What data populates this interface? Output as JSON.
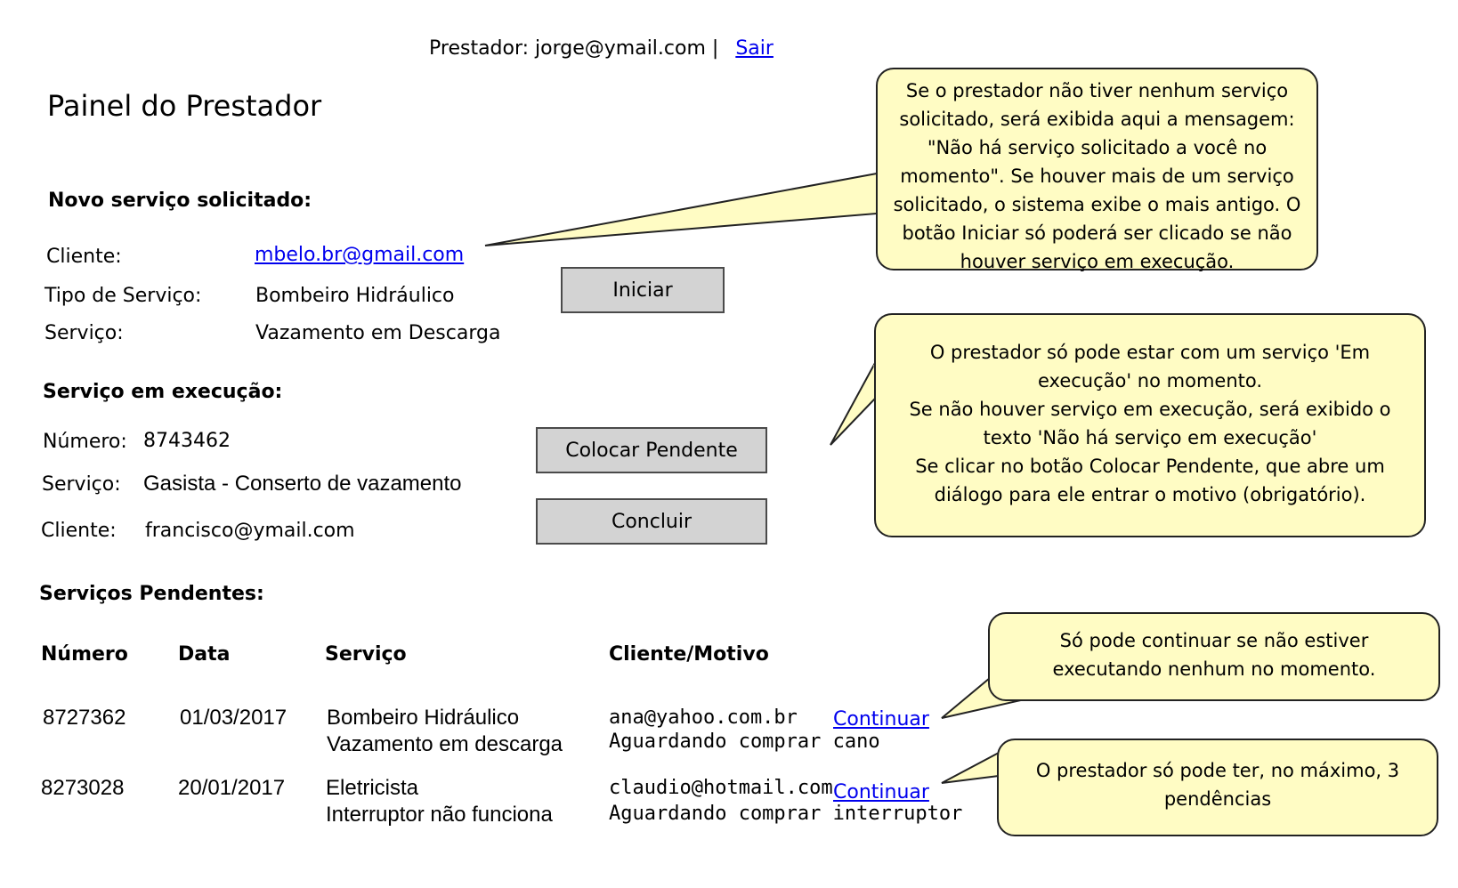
{
  "header": {
    "user_prefix": "Prestador: jorge@ymail.com |",
    "logout_label": "Sair"
  },
  "page_title": "Painel do Prestador",
  "new_service": {
    "heading": "Novo serviço solicitado:",
    "client_label": "Cliente:",
    "client_value": "mbelo.br@gmail.com",
    "type_label": "Tipo de Serviço:",
    "type_value": "Bombeiro Hidráulico",
    "service_label": "Serviço:",
    "service_value": "Vazamento em Descarga",
    "start_button": "Iniciar"
  },
  "running_service": {
    "heading": "Serviço em execução:",
    "number_label": "Número:",
    "number_value": "8743462",
    "service_label": "Serviço:",
    "service_value": "Gasista - Conserto de vazamento",
    "client_label": "Cliente:",
    "client_value": "francisco@ymail.com",
    "pending_button": "Colocar Pendente",
    "finish_button": "Concluir"
  },
  "pending": {
    "heading": "Serviços Pendentes:",
    "columns": [
      "Número",
      "Data",
      "Serviço",
      "Cliente/Motivo"
    ],
    "rows": [
      {
        "number": "8727362",
        "date": "01/03/2017",
        "service_type": "Bombeiro Hidráulico",
        "service_desc": "Vazamento em descarga",
        "client": "ana@yahoo.com.br",
        "reason": "Aguardando comprar cano",
        "action": "Continuar"
      },
      {
        "number": "8273028",
        "date": "20/01/2017",
        "service_type": "Eletricista",
        "service_desc": "Interruptor não funciona",
        "client": "claudio@hotmail.com",
        "reason": "Aguardando comprar interruptor",
        "action": "Continuar"
      }
    ]
  },
  "notes": {
    "note1": "Se o prestador não tiver nenhum serviço solicitado, será exibida aqui a mensagem: \"Não há serviço solicitado a você no momento\". Se houver mais de um serviço solicitado, o sistema exibe o mais antigo. O botão Iniciar só poderá ser clicado se não houver serviço em execução.",
    "note2_line1": "O prestador só pode estar com um serviço 'Em execução' no momento.",
    "note2_line2": "Se não houver serviço em execução, será exibido o texto 'Não há serviço em execução'",
    "note2_line3": "Se clicar no botão Colocar Pendente, que abre um diálogo para ele entrar o motivo (obrigatório).",
    "note3": "Só pode continuar se não estiver executando nenhum no momento.",
    "note4": "O prestador só pode ter, no máximo, 3 pendências"
  },
  "colors": {
    "note_bg": "#fffcc4",
    "button_bg": "#d3d3d3",
    "link": "#0000ee"
  }
}
